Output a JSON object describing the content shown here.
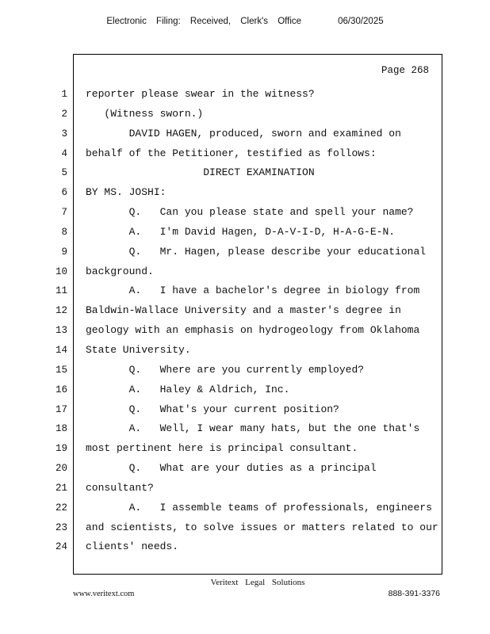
{
  "header": {
    "filing_text": "Electronic Filing: Received, Clerk's Office",
    "filing_date": "06/30/2025"
  },
  "page": {
    "page_label": "Page 268",
    "lines": [
      {
        "num": "1",
        "text": "reporter please swear in the witness?"
      },
      {
        "num": "2",
        "text": "   (Witness sworn.)"
      },
      {
        "num": "3",
        "text": "       DAVID HAGEN, produced, sworn and examined on"
      },
      {
        "num": "4",
        "text": "behalf of the Petitioner, testified as follows:"
      },
      {
        "num": "5",
        "text": "                   DIRECT EXAMINATION"
      },
      {
        "num": "6",
        "text": "BY MS. JOSHI:"
      },
      {
        "num": "7",
        "text": "       Q.   Can you please state and spell your name?"
      },
      {
        "num": "8",
        "text": "       A.   I'm David Hagen, D-A-V-I-D, H-A-G-E-N."
      },
      {
        "num": "9",
        "text": "       Q.   Mr. Hagen, please describe your educational"
      },
      {
        "num": "10",
        "text": "background."
      },
      {
        "num": "11",
        "text": "       A.   I have a bachelor's degree in biology from"
      },
      {
        "num": "12",
        "text": "Baldwin-Wallace University and a master's degree in"
      },
      {
        "num": "13",
        "text": "geology with an emphasis on hydrogeology from Oklahoma"
      },
      {
        "num": "14",
        "text": "State University."
      },
      {
        "num": "15",
        "text": "       Q.   Where are you currently employed?"
      },
      {
        "num": "16",
        "text": "       A.   Haley & Aldrich, Inc."
      },
      {
        "num": "17",
        "text": "       Q.   What's your current position?"
      },
      {
        "num": "18",
        "text": "       A.   Well, I wear many hats, but the one that's"
      },
      {
        "num": "19",
        "text": "most pertinent here is principal consultant."
      },
      {
        "num": "20",
        "text": "       Q.   What are your duties as a principal"
      },
      {
        "num": "21",
        "text": "consultant?"
      },
      {
        "num": "22",
        "text": "       A.   I assemble teams of professionals, engineers"
      },
      {
        "num": "23",
        "text": "and scientists, to solve issues or matters related to our"
      },
      {
        "num": "24",
        "text": "clients' needs."
      }
    ]
  },
  "footer": {
    "brand": "Veritext Legal Solutions",
    "website": "www.veritext.com",
    "phone": "888-391-3376"
  }
}
